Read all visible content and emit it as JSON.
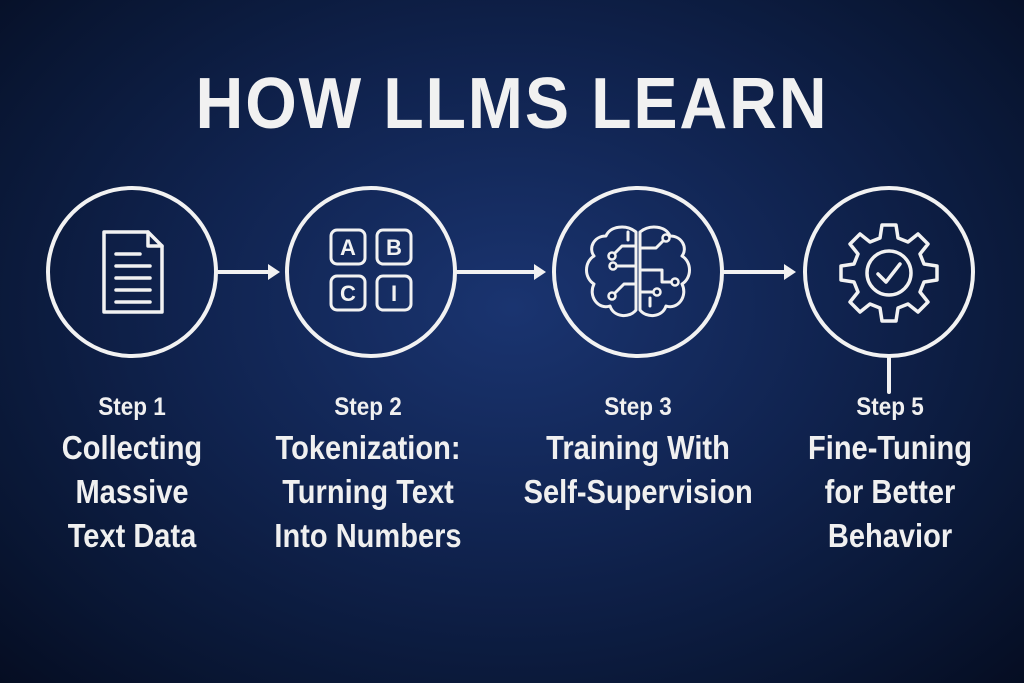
{
  "title": "HOW LLMS LEARN",
  "steps": [
    {
      "number": "Step 1",
      "lines": [
        "Collecting",
        "Massive",
        "Text Data"
      ],
      "icon": "document-icon"
    },
    {
      "number": "Step 2",
      "lines": [
        "Tokenization:",
        "Turning Text",
        "Into Numbers"
      ],
      "icon": "letter-tiles-icon",
      "tiles": [
        "A",
        "B",
        "C",
        "I"
      ]
    },
    {
      "number": "Step 3",
      "lines": [
        "Training With",
        "Self-Supervision"
      ],
      "icon": "brain-circuit-icon"
    },
    {
      "number": "Step 5",
      "lines": [
        "Fine-Tuning",
        "for Better",
        "Behavior"
      ],
      "icon": "gear-check-icon"
    }
  ],
  "colors": {
    "background": "#10234f",
    "foreground": "#f2f2f2"
  }
}
